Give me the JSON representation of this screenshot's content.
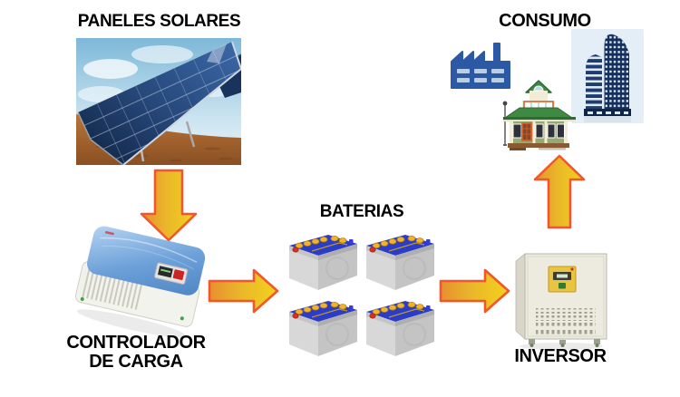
{
  "nodes": {
    "paneles_solares": {
      "label": "PANELES SOLARES",
      "icon": "solar-panels-photo"
    },
    "controlador": {
      "label_line1": "CONTROLADOR",
      "label_line2": "DE CARGA",
      "icon": "charge-controller-image"
    },
    "baterias": {
      "label": "BATERIAS",
      "battery_count": 4,
      "icon": "battery-image"
    },
    "inversor": {
      "label": "INVERSOR",
      "icon": "inverter-cabinet-image"
    },
    "consumo": {
      "label": "CONSUMO",
      "icons": [
        "factory-icon",
        "house-icon",
        "office-building-icon"
      ]
    }
  },
  "flow": [
    {
      "from": "paneles_solares",
      "to": "controlador",
      "direction": "down"
    },
    {
      "from": "controlador",
      "to": "baterias",
      "direction": "right"
    },
    {
      "from": "baterias",
      "to": "inversor",
      "direction": "right"
    },
    {
      "from": "inversor",
      "to": "consumo",
      "direction": "up"
    }
  ],
  "colors": {
    "background": "#FFFFFF",
    "label_text": "#000000",
    "arrow_fill_left": "#E78F2F",
    "arrow_fill_right": "#F2D21D",
    "arrow_outline": "#F2572B",
    "factory_blue": "#2B59A5",
    "building_navy": "#1D3C6E",
    "house_roof_green": "#3E8A45",
    "battery_top_blue": "#2B3CC8",
    "battery_body_gray": "#C7C7C7",
    "controller_blue": "#6FA3DC",
    "inverter_body": "#EDEBDF",
    "inverter_panel_yellow": "#E9C440",
    "solar_panel_navy": "#27497C",
    "ground_brown": "#9E5E2C"
  }
}
